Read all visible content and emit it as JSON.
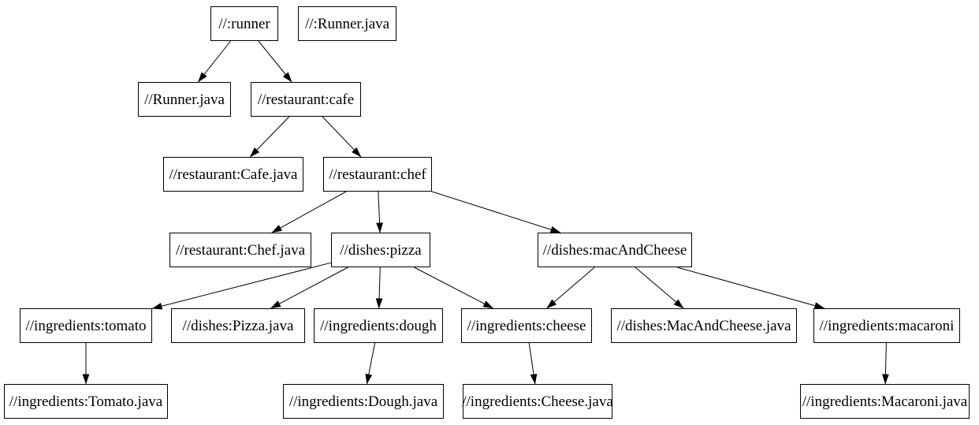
{
  "diagram": {
    "type": "dependency-graph",
    "background_color": "#ffffff",
    "node_fill_color": "#ffffff",
    "node_border_color": "#000000",
    "edge_color": "#000000",
    "text_color": "#000000",
    "nodes": [
      {
        "id": "runner",
        "label": "//:runner"
      },
      {
        "id": "runner_java_top",
        "label": "//:Runner.java"
      },
      {
        "id": "runner_java",
        "label": "//Runner.java"
      },
      {
        "id": "cafe",
        "label": "//restaurant:cafe"
      },
      {
        "id": "cafe_java",
        "label": "//restaurant:Cafe.java"
      },
      {
        "id": "chef",
        "label": "//restaurant:chef"
      },
      {
        "id": "chef_java",
        "label": "//restaurant:Chef.java"
      },
      {
        "id": "pizza",
        "label": "//dishes:pizza"
      },
      {
        "id": "mac_and_cheese",
        "label": "//dishes:macAndCheese"
      },
      {
        "id": "tomato",
        "label": "//ingredients:tomato"
      },
      {
        "id": "pizza_java",
        "label": "//dishes:Pizza.java"
      },
      {
        "id": "dough",
        "label": "//ingredients:dough"
      },
      {
        "id": "cheese",
        "label": "//ingredients:cheese"
      },
      {
        "id": "mac_and_cheese_java",
        "label": "//dishes:MacAndCheese.java"
      },
      {
        "id": "macaroni",
        "label": "//ingredients:macaroni"
      },
      {
        "id": "tomato_java",
        "label": "//ingredients:Tomato.java"
      },
      {
        "id": "dough_java",
        "label": "//ingredients:Dough.java"
      },
      {
        "id": "cheese_java",
        "label": "//ingredients:Cheese.java"
      },
      {
        "id": "macaroni_java",
        "label": "//ingredients:Macaroni.java"
      }
    ],
    "edges": [
      {
        "from": "runner",
        "to": "runner_java"
      },
      {
        "from": "runner",
        "to": "cafe"
      },
      {
        "from": "cafe",
        "to": "cafe_java"
      },
      {
        "from": "cafe",
        "to": "chef"
      },
      {
        "from": "chef",
        "to": "chef_java"
      },
      {
        "from": "chef",
        "to": "pizza"
      },
      {
        "from": "chef",
        "to": "mac_and_cheese"
      },
      {
        "from": "pizza",
        "to": "tomato"
      },
      {
        "from": "pizza",
        "to": "pizza_java"
      },
      {
        "from": "pizza",
        "to": "dough"
      },
      {
        "from": "pizza",
        "to": "cheese"
      },
      {
        "from": "mac_and_cheese",
        "to": "cheese"
      },
      {
        "from": "mac_and_cheese",
        "to": "mac_and_cheese_java"
      },
      {
        "from": "mac_and_cheese",
        "to": "macaroni"
      },
      {
        "from": "tomato",
        "to": "tomato_java"
      },
      {
        "from": "dough",
        "to": "dough_java"
      },
      {
        "from": "cheese",
        "to": "cheese_java"
      },
      {
        "from": "macaroni",
        "to": "macaroni_java"
      }
    ]
  }
}
